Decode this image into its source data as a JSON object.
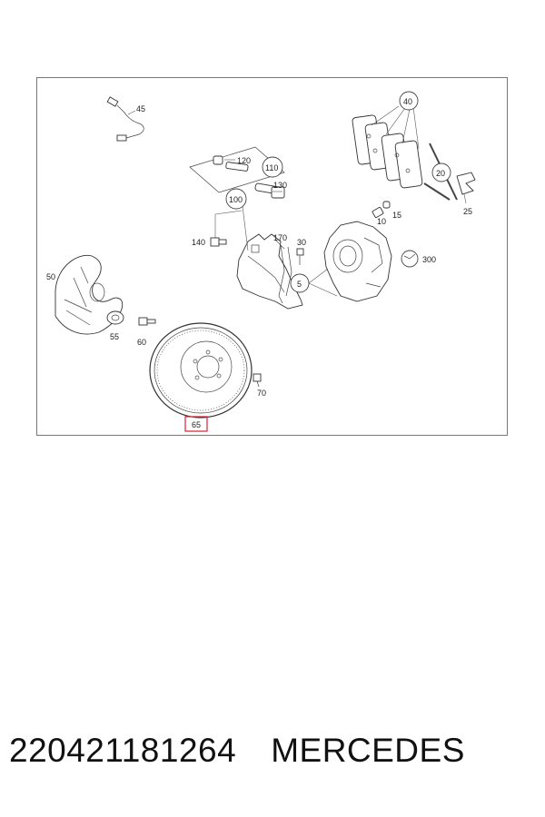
{
  "diagram": {
    "callouts": {
      "c45": "45",
      "c40": "40",
      "c110": "110",
      "c120": "120",
      "c130": "130",
      "c20": "20",
      "c25": "25",
      "c100": "100",
      "c15": "15",
      "c10": "10",
      "c140": "140",
      "c170": "170",
      "c30": "30",
      "c300": "300",
      "c50": "50",
      "c5": "5",
      "c55": "55",
      "c60": "60",
      "c70": "70",
      "c65": "65"
    },
    "highlight_color": "#d9232e",
    "line_color": "#333333"
  },
  "footer": {
    "part_number": "220421181264",
    "brand": "MERCEDES"
  }
}
